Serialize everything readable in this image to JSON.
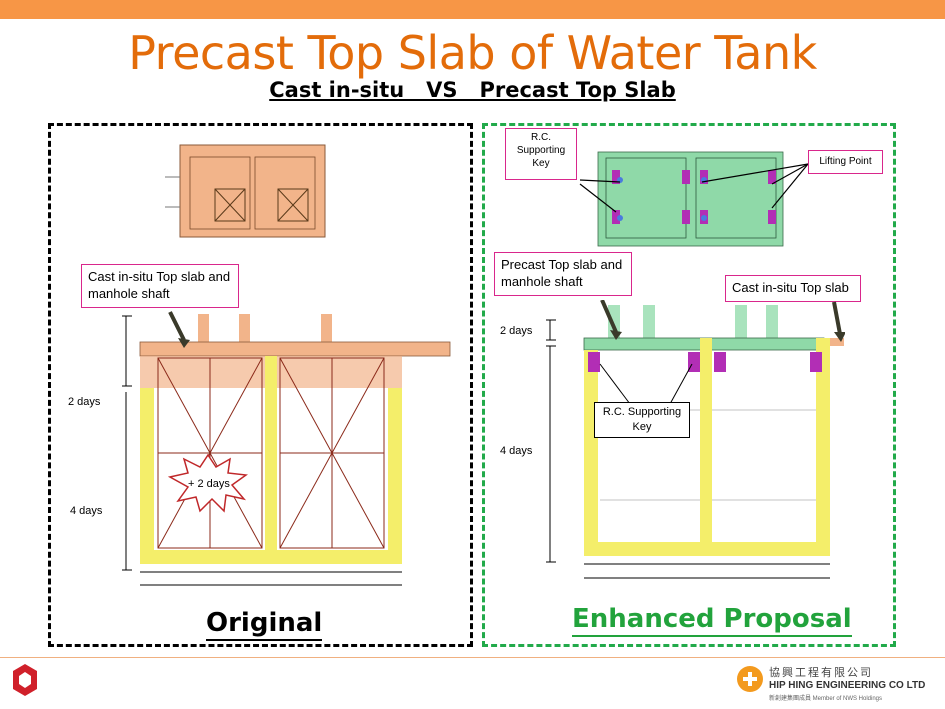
{
  "title": "Precast Top Slab of Water Tank",
  "subtitle": "Cast in-situ   VS   Precast Top Slab",
  "left_panel": {
    "callout": "Cast in-situ Top slab and manhole shaft",
    "days_top": "2 days",
    "days_bottom": "4 days",
    "burst": "+ 2 days",
    "caption": "Original"
  },
  "right_panel": {
    "supporting_key_top": "R.C. Supporting Key",
    "lifting_point": "Lifting Point",
    "callout_precast": "Precast Top slab and manhole shaft",
    "callout_cast": "Cast in-situ Top slab",
    "supporting_key_mid": "R.C. Supporting Key",
    "days_top": "2 days",
    "days_bottom": "4 days",
    "caption": "Enhanced Proposal"
  },
  "footer": {
    "company_cn": "協興工程有限公司",
    "company_en": "HIP HING ENGINEERING CO LTD",
    "company_sub": "新創建集團成員  Member of NWS Holdings"
  },
  "colors": {
    "accent_orange": "#f79646",
    "title_orange": "#e36c0a",
    "proposal_green": "#22a33c",
    "slab_orange": "#f2b48a",
    "wall_yellow": "#f4ee6a",
    "slab_green": "#8fd9a8",
    "callout_magenta": "#d9278c"
  }
}
